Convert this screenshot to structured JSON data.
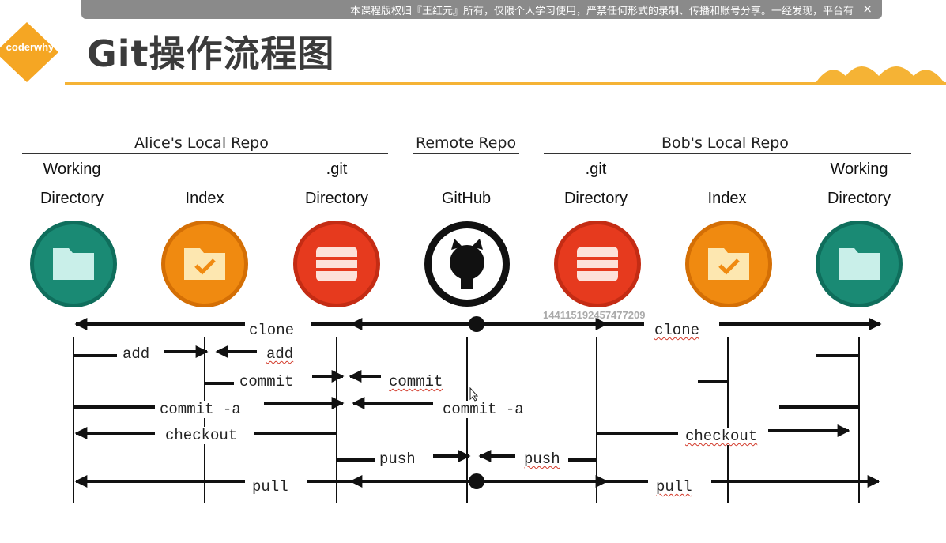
{
  "notice": {
    "text": "本课程版权归『王红元』所有，仅限个人学习使用，严禁任何形式的录制、传播和账号分享。一经发现，平台有",
    "close": "×"
  },
  "logo": {
    "text": "coderwhy"
  },
  "title": "Git操作流程图",
  "groups": {
    "alice": "Alice's Local Repo",
    "remote": "Remote Repo",
    "bob": "Bob's Local Repo"
  },
  "nodes": [
    {
      "line1": "Working",
      "line2": "Directory",
      "icon": "folder-icon",
      "color": "#1a8a74"
    },
    {
      "line1": "",
      "line2": "Index",
      "icon": "folder-check-icon",
      "color": "#f08a10"
    },
    {
      "line1": ".git",
      "line2": "Directory",
      "icon": "database-icon",
      "color": "#e63a1e"
    },
    {
      "line1": "",
      "line2": "GitHub",
      "icon": "github-icon",
      "color": "#111111"
    },
    {
      "line1": ".git",
      "line2": "Directory",
      "icon": "database-icon",
      "color": "#e63a1e"
    },
    {
      "line1": "",
      "line2": "Index",
      "icon": "folder-check-icon",
      "color": "#f08a10"
    },
    {
      "line1": "Working",
      "line2": "Directory",
      "icon": "folder-icon",
      "color": "#1a8a74"
    }
  ],
  "commands": {
    "clone_left": "clone",
    "clone_right": "clone",
    "add_left": "add",
    "add_right": "add",
    "commit_left": "commit",
    "commit_right": "commit",
    "commit_a_left": "commit -a",
    "commit_a_right": "commit -a",
    "checkout_left": "checkout",
    "checkout_right": "checkout",
    "push_left": "push",
    "push_right": "push",
    "pull_left": "pull",
    "pull_right": "pull"
  },
  "watermark": "144115192457477209"
}
